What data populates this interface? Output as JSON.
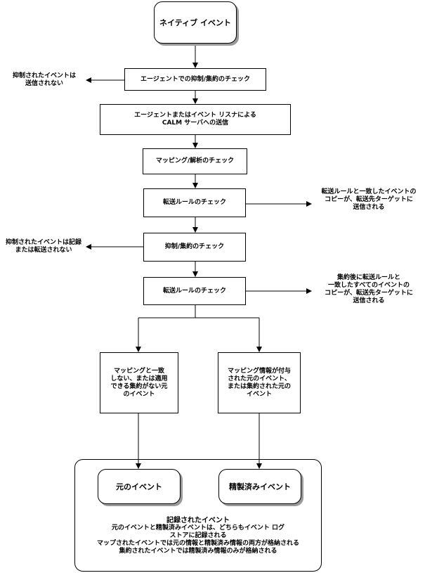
{
  "nodes": {
    "native_event": "ネイティブ イベント",
    "agent_check": "エージェントでの抑制/集約のチェック",
    "send_to_calm": "エージェントまたはイベント リスナによる\nCALM サーバへの送信",
    "mapping_check": "マッピング/解析のチェック",
    "forward_check_1": "転送ルールのチェック",
    "suppress_check": "抑制/集約のチェック",
    "forward_check_2": "転送ルールのチェック",
    "unmapped_original": "マッピングと一致\nしない、または適用\nできる集約がない元\nのイベント",
    "mapped_original": "マッピング情報が付与\nされた元のイベント、\nまたは集約された元の\nイベント",
    "original_event": "元のイベント",
    "refined_event": "精製済みイベント"
  },
  "notes": {
    "agent_suppressed": "抑制されたイベントは\n送信されない",
    "forward_copy_1": "転送ルールと一致したイベントの\nコピーが、転送先ターゲットに\n送信される",
    "suppressed_not_recorded": "抑制されたイベントは記録\nまたは転送されない",
    "forward_copy_2": "集約後に転送ルールと\n一致したすべてのイベントの\nコピーが、転送先ターゲットに\n送信される"
  },
  "recorded": {
    "title": "記録されたイベント",
    "body": "元のイベントと精製済みイベントは、どちらもイベント ログ\nストアに記録される\nマップされたイベントでは元の情報と精製済み情報の両方が格納される\n集約されたイベントでは精製済み情報のみが格納される"
  }
}
